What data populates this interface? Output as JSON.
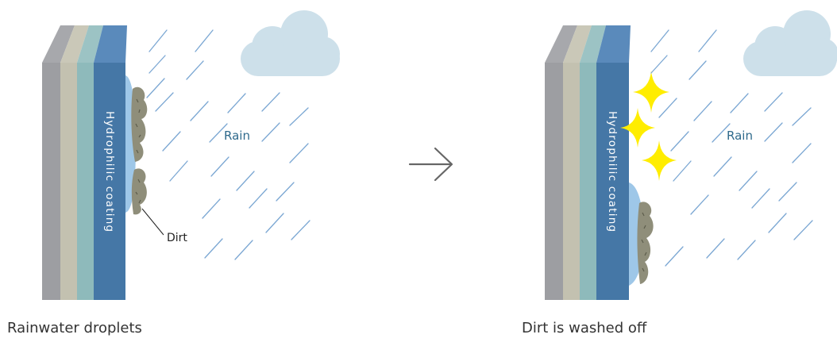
{
  "left_panel": {
    "coating_label": "Hydrophilic coating",
    "rain_label": "Rain",
    "dirt_label": "Dirt",
    "caption": "Rainwater droplets"
  },
  "right_panel": {
    "coating_label": "Hydrophilic coating",
    "rain_label": "Rain",
    "caption": "Dirt is washed off"
  },
  "icons": {
    "arrow": "arrow-right-icon",
    "cloud": "cloud-icon",
    "sparkle": "sparkle-icon"
  },
  "colors": {
    "layer_grey": "#9d9ea2",
    "layer_beige": "#c3c1b0",
    "layer_teal": "#8ebabb",
    "layer_blue": "#4577a6",
    "water": "#9ec7e8",
    "rain": "#7ba7d3",
    "cloud": "#cde0ea",
    "dirt": "#8f8e7a",
    "sparkle": "#ffed00",
    "rain_text": "#2f6a8c"
  }
}
